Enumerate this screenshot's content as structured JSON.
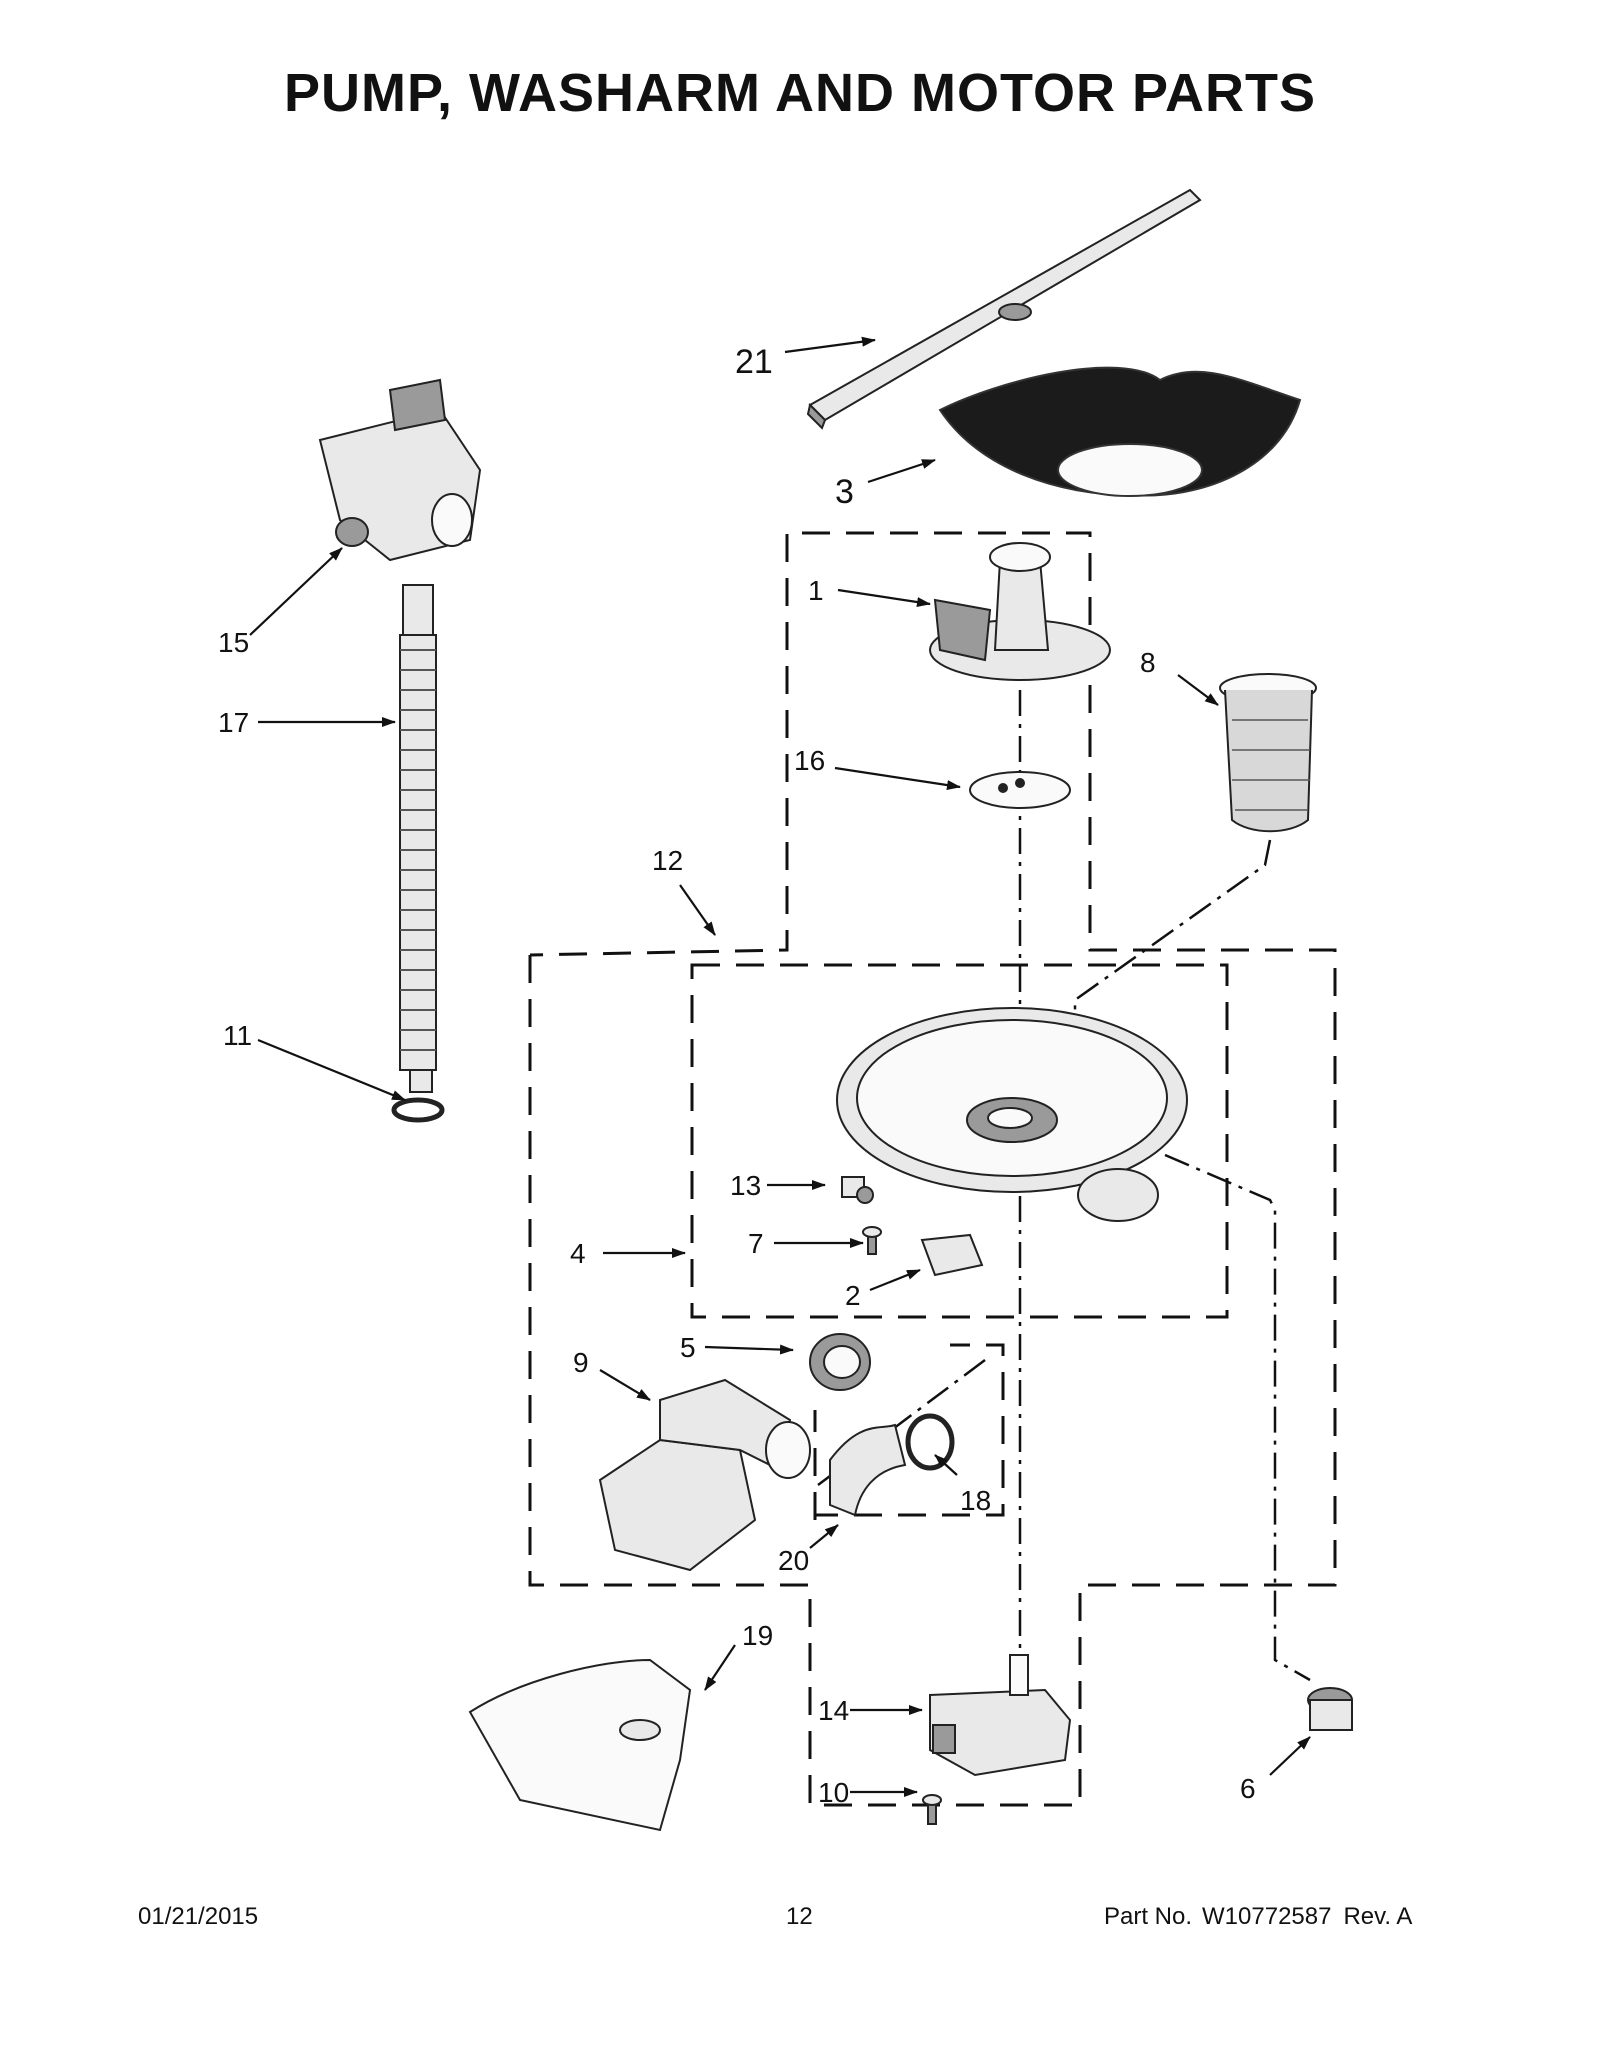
{
  "title": "PUMP, WASHARM AND MOTOR PARTS",
  "callouts": {
    "c1": "1",
    "c2": "2",
    "c3": "3",
    "c4": "4",
    "c5": "5",
    "c6": "6",
    "c7": "7",
    "c8": "8",
    "c9": "9",
    "c10": "10",
    "c11": "11",
    "c12": "12",
    "c13": "13",
    "c14": "14",
    "c15": "15",
    "c16": "16",
    "c17": "17",
    "c18": "18",
    "c19": "19",
    "c20": "20",
    "c21": "21"
  },
  "footer": {
    "date": "01/21/2015",
    "page": "12",
    "part_label": "Part No.",
    "part_number": "W10772587",
    "revision": "Rev.  A"
  }
}
